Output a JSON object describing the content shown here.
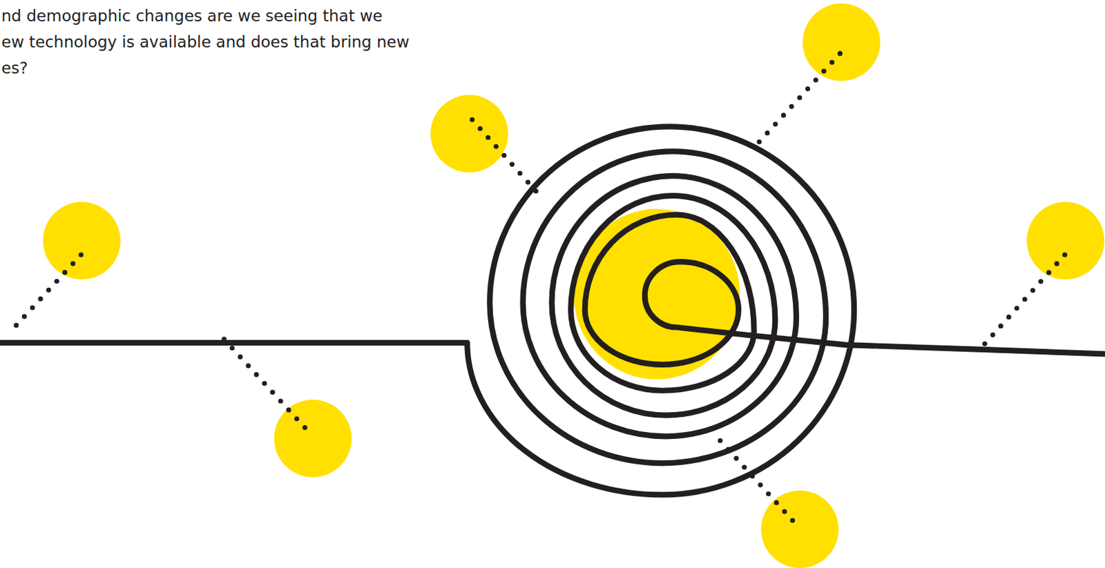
{
  "diagram": {
    "labels": [
      "nd demographic changes are we seeing that we",
      "ew technology is available and does that bring new",
      "es?"
    ]
  }
}
